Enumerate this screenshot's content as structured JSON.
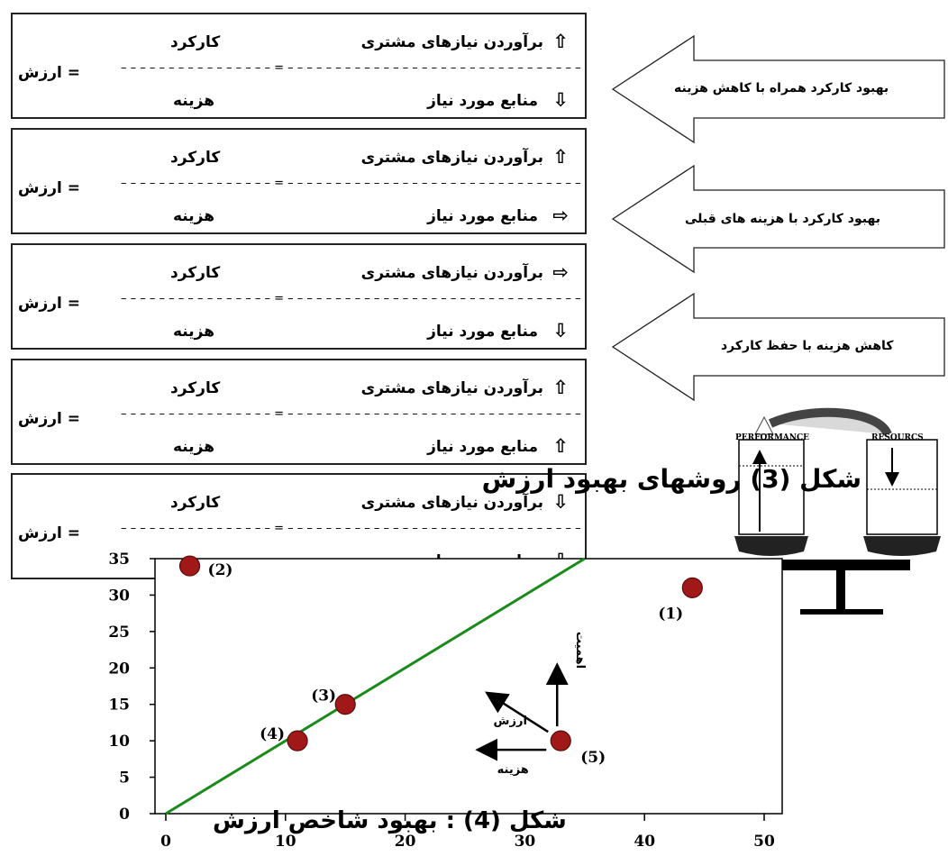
{
  "equation": {
    "value_label": "= ارزش",
    "function_label": "کارکرد",
    "cost_label": "هزینه",
    "needs_label": "برآوردن نیازهای مشتری",
    "resources_label": "منابع مورد نیاز",
    "rows": [
      {
        "needs_arrow": "up",
        "resources_arrow": "down"
      },
      {
        "needs_arrow": "up",
        "resources_arrow": "right"
      },
      {
        "needs_arrow": "right",
        "resources_arrow": "down"
      },
      {
        "needs_arrow": "up",
        "resources_arrow": "up"
      },
      {
        "needs_arrow": "down",
        "resources_arrow": "down"
      }
    ]
  },
  "strategies": [
    "بهبود کارکرد همراه با کاهش هزینه",
    "بهبود کارکرد با هزینه های قبلی",
    "کاهش هزینه با حفظ کارکرد"
  ],
  "figure3_caption": "شکل (3) روشهای بهبود ارزش",
  "figure4_caption": "شکل (4) : بهبود شاخص ارزش",
  "scale": {
    "left_label": "PERFORMANCE",
    "right_label": "RESOURCS"
  },
  "chart_data": {
    "type": "scatter",
    "title": "",
    "xlabel": "",
    "ylabel": "",
    "xlim": [
      -1,
      52
    ],
    "ylim": [
      0,
      35
    ],
    "x_ticks": [
      0,
      10,
      20,
      30,
      40,
      50
    ],
    "y_ticks": [
      0,
      5,
      10,
      15,
      20,
      25,
      30,
      35
    ],
    "points": [
      {
        "label": "(1)",
        "x": 44,
        "y": 31
      },
      {
        "label": "(2)",
        "x": 2,
        "y": 34
      },
      {
        "label": "(3)",
        "x": 15,
        "y": 15
      },
      {
        "label": "(4)",
        "x": 11,
        "y": 10
      },
      {
        "label": "(5)",
        "x": 33,
        "y": 10
      }
    ],
    "trend_line": {
      "from": [
        0,
        0
      ],
      "to": [
        35,
        36
      ],
      "color": "#1a8a1a"
    },
    "marker_color": "#a01818",
    "inset_labels": {
      "importance": "اهمیت",
      "value": "ارزش",
      "cost": "هزینه"
    }
  }
}
